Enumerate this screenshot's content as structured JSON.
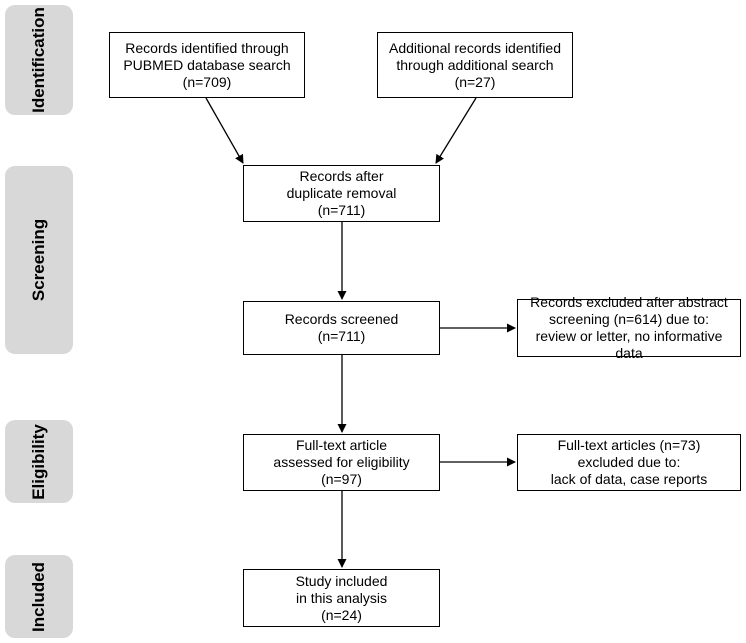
{
  "stages": [
    "Identification",
    "Screening",
    "Eligibility",
    "Included"
  ],
  "boxes": {
    "pubmed": [
      "Records identified through",
      "PUBMED database search",
      "(n=709)"
    ],
    "additional": [
      "Additional records identified",
      "through additional search",
      "(n=27)"
    ],
    "dedup": [
      "Records after",
      "duplicate removal",
      "(n=711)"
    ],
    "screened": [
      "Records screened",
      "(n=711)"
    ],
    "excluded_abstract": [
      "Records excluded after abstract",
      "screening (n=614) due to:",
      "review or letter, no informative data"
    ],
    "fulltext": [
      "Full-text article",
      "assessed for eligibility",
      "(n=97)"
    ],
    "excluded_fulltext": [
      "Full-text articles  (n=73)",
      "excluded due to:",
      "lack of data, case reports"
    ],
    "included": [
      "Study included",
      "in this analysis",
      "(n=24)"
    ]
  }
}
